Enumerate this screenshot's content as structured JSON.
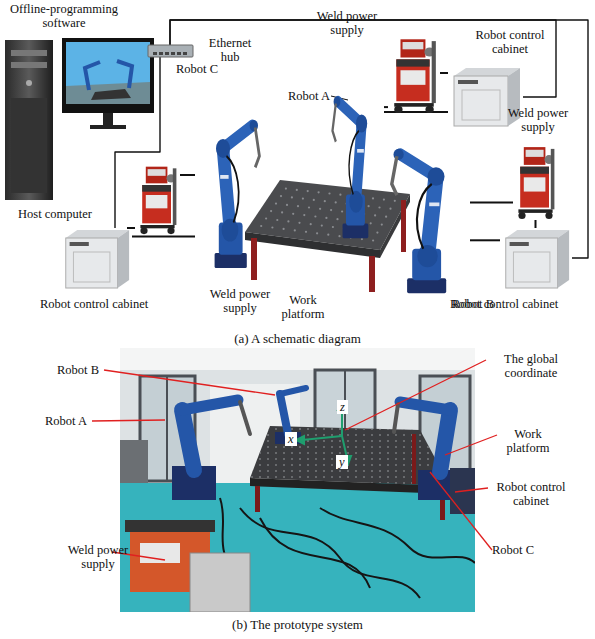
{
  "diagram": {
    "nodes": [
      {
        "text": [
          "Offline-programming software",
          "Host computer"
        ]
      },
      {
        "text": [
          "Ethernet hub"
        ]
      },
      {
        "text": [
          "Weld power supply"
        ]
      },
      {
        "text": [
          "Robot control cabinet"
        ]
      },
      {
        "text": [
          "Robot C"
        ]
      },
      {
        "text": [
          "Robot A"
        ]
      },
      {
        "text": [
          "Weld power supply"
        ]
      },
      {
        "text": [
          "Weld power supply"
        ]
      },
      {
        "text": [
          "Robot B"
        ]
      },
      {
        "text": [
          "Work platform"
        ]
      },
      {
        "text": [
          "Robot control cabinet"
        ]
      },
      {
        "text": [
          "Robot control cabinet"
        ]
      }
    ],
    "edges": [
      {
        "from": 0,
        "to": 1,
        "arrow": "none"
      },
      {
        "from": 1,
        "to": 3,
        "arrow": "none"
      },
      {
        "from": 1,
        "to": 11,
        "arrow": "none"
      },
      {
        "from": 1,
        "to": 10,
        "arrow": "none"
      },
      {
        "from": 3,
        "to": 5,
        "arrow": "none"
      },
      {
        "from": 3,
        "to": 2,
        "arrow": "none"
      },
      {
        "from": 2,
        "to": 5,
        "arrow": "none"
      },
      {
        "from": 11,
        "to": 8,
        "arrow": "none"
      },
      {
        "from": 11,
        "to": 6,
        "arrow": "none"
      },
      {
        "from": 6,
        "to": 8,
        "arrow": "none"
      },
      {
        "from": 10,
        "to": 4,
        "arrow": "none"
      },
      {
        "from": 10,
        "to": 7,
        "arrow": "none"
      },
      {
        "from": 7,
        "to": 4,
        "arrow": "none"
      }
    ],
    "labels": [
      "(a) A schematic diagram",
      "Robot B",
      "Robot A",
      "Weld power supply",
      "The global coordinate",
      "z",
      "x",
      "y",
      "Work platform",
      "Robot control cabinet",
      "Robot C",
      "(b) The prototype system"
    ]
  }
}
